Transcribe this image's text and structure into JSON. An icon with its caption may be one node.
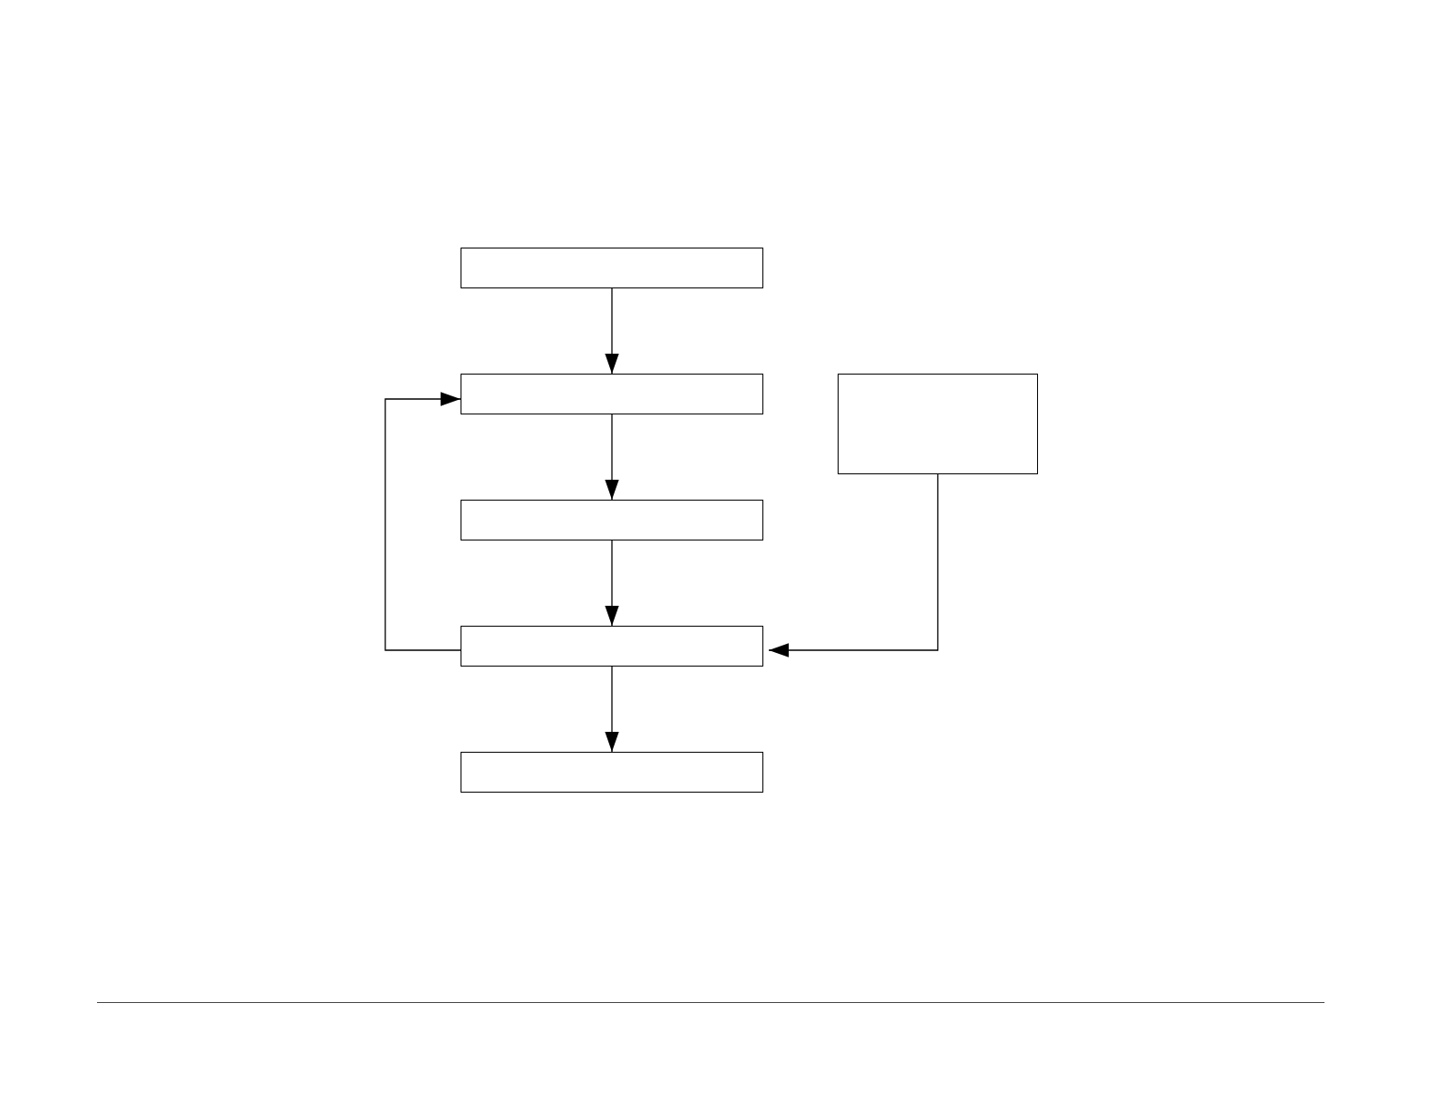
{
  "diagram": {
    "nodes": [
      {
        "text": [],
        "shape": "box"
      },
      {
        "text": [],
        "shape": "box"
      },
      {
        "text": [],
        "shape": "box"
      },
      {
        "text": [],
        "shape": "box"
      },
      {
        "text": [],
        "shape": "box"
      },
      {
        "text": [],
        "shape": "box"
      }
    ],
    "edges": [
      {
        "from": 0,
        "to": 1,
        "arrow": "to"
      },
      {
        "from": 1,
        "to": 3,
        "arrow": "to"
      },
      {
        "from": 3,
        "to": 4,
        "arrow": "to"
      },
      {
        "from": 4,
        "to": 5,
        "arrow": "to"
      },
      {
        "from": 4,
        "to": 1,
        "arrow": "to"
      },
      {
        "from": 2,
        "to": 4,
        "arrow": "to"
      }
    ]
  }
}
